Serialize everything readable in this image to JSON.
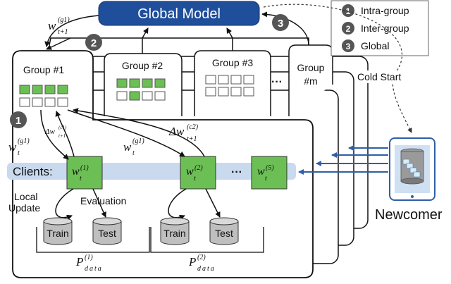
{
  "title": "Global Model",
  "legend": {
    "items": [
      {
        "num": "1",
        "label": "Intra-group"
      },
      {
        "num": "2",
        "label": "Inter-group"
      },
      {
        "num": "3",
        "label": "Global"
      }
    ]
  },
  "cold_start_label": "Cold Start",
  "newcomer_label": "Newcomer",
  "groups": [
    {
      "name": "Group #1"
    },
    {
      "name": "Group #2"
    },
    {
      "name": "Group #3"
    },
    {
      "name_line1": "Group",
      "name_line2": "#m"
    }
  ],
  "ellipsis": "···",
  "clients_label": "Clients:",
  "local_update_line1": "Local",
  "local_update_line2": "Update",
  "evaluation_label": "Evaluation",
  "train_label": "Train",
  "test_label": "Test",
  "steps": {
    "one": "1",
    "two": "2",
    "three": "3"
  },
  "math": {
    "w_top": "w",
    "w_top_sub": "t+1",
    "w_top_sup": "(g1)",
    "w_left": "w",
    "w_left_sub": "t",
    "w_left_sup": "(g1)",
    "dw_small": "Δw",
    "dw_small_sub": "t+1",
    "dw_small_sup": "(c1)",
    "w_mid": "w",
    "w_mid_sub": "t",
    "w_mid_sup": "(g1)",
    "dw_big": "Δw",
    "dw_big_sub": "t+1",
    "dw_big_sup": "(c2)",
    "client1": "w",
    "client1_sub": "t",
    "client1_sup": "(1)",
    "client2": "w",
    "client2_sub": "t",
    "client2_sup": "(2)",
    "client5": "w",
    "client5_sub": "t",
    "client5_sup": "(5)",
    "p": "P",
    "p_sub": "data",
    "p1_sup": "(1)",
    "p2_sup": "(2)"
  },
  "colors": {
    "global_fill": "#1f4e9a",
    "client_green": "#6cbf54",
    "client_band": "#c9d9ee",
    "arrow_blue": "#2e5fa8",
    "badge": "#555555"
  }
}
